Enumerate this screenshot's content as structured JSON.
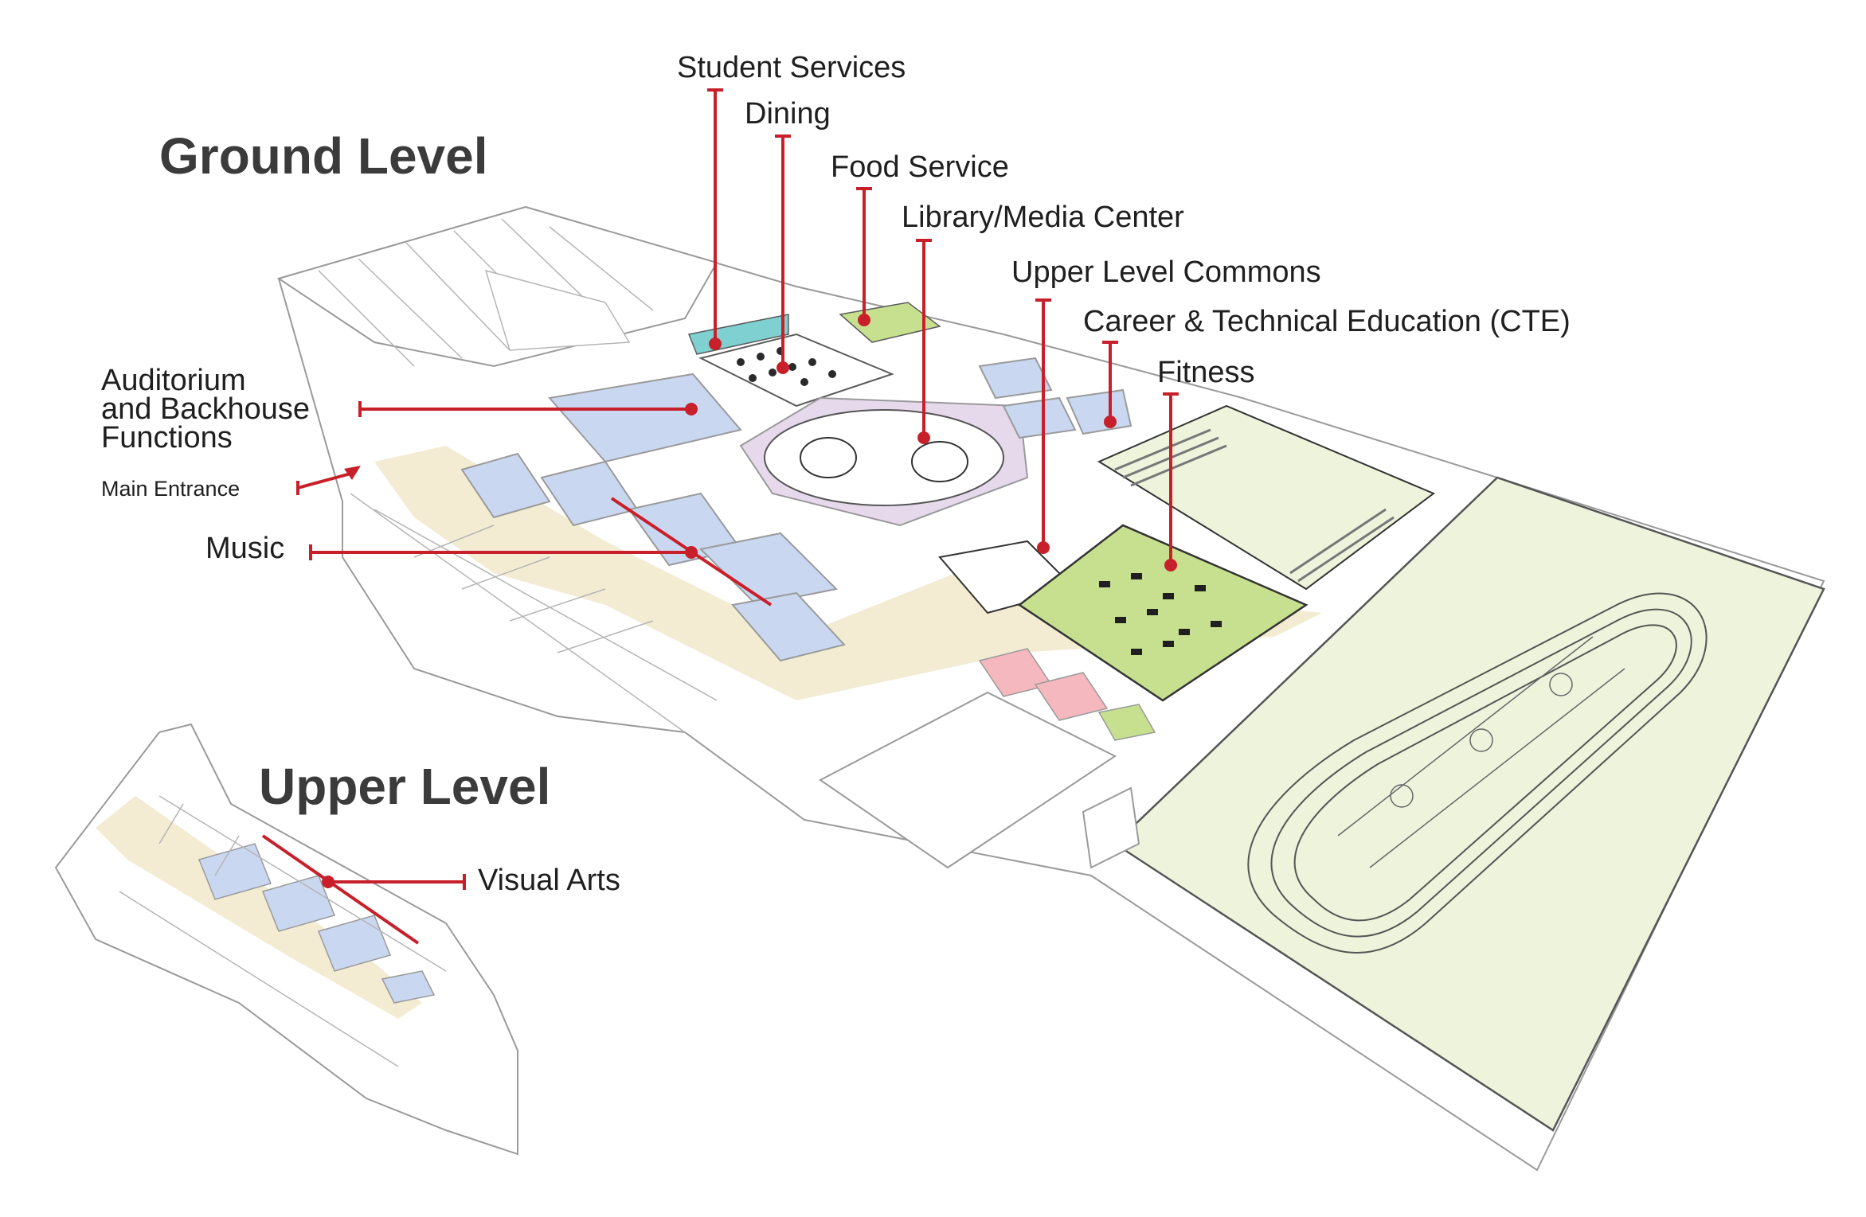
{
  "titles": {
    "ground": "Ground Level",
    "upper": "Upper Level"
  },
  "labels": {
    "student_services": "Student Services",
    "dining": "Dining",
    "food_service": "Food Service",
    "library": "Library/Media Center",
    "commons": "Upper Level Commons",
    "cte": "Career & Technical Education (CTE)",
    "fitness": "Fitness",
    "auditorium_1": "Auditorium",
    "auditorium_2": "and Backhouse",
    "auditorium_3": "Functions",
    "main_entrance": "Main Entrance",
    "music": "Music",
    "visual_arts": "Visual Arts"
  },
  "colors": {
    "leader": "#c8202b",
    "classroom_blue": "#c9d8f0",
    "library_purple": "#e6d9ec",
    "fitness_green": "#c6e08f",
    "circulation_cream": "#f3ecd3",
    "gym_floor": "#eef3dc",
    "cte_pink": "#f4b8be",
    "student_services_teal": "#7fd0d0"
  }
}
